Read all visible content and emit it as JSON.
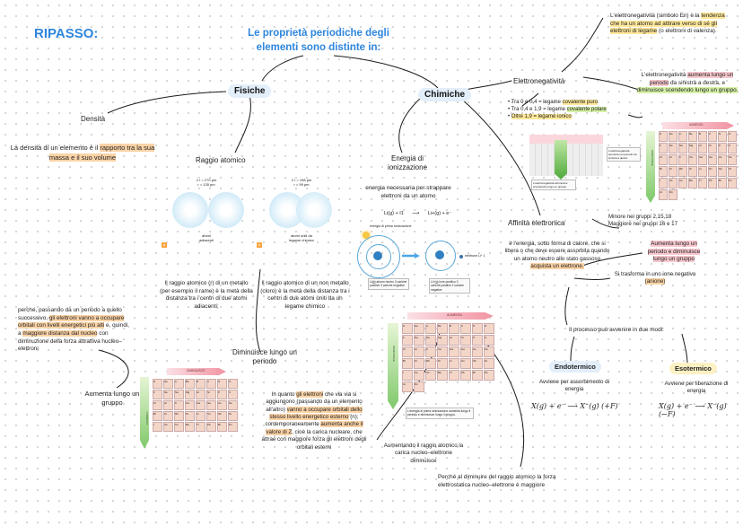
{
  "header": {
    "ripasso": "RIPASSO:",
    "main_title": "Le proprietà periodiche degli elementi sono distinte in:"
  },
  "branches": {
    "fisiche": "Fisiche",
    "chimiche": "Chimiche"
  },
  "densita": {
    "title": "Densità",
    "d1": "La densità di un elemento è il ",
    "d_hl": "rapporto tra la sua massa e il suo volume"
  },
  "raggio": {
    "title": "Raggio atomico",
    "metal": "Il raggio atomico (r) di un metallo (per esempio il rame) è la metà della distanza tra i centri di due atomi adiacenti;",
    "nonmetal": "Il raggio atomico di un non metallo (cloro) è la metà della distanza tra i centri di due atomi uniti da un legame chimico",
    "fig1": {
      "l1": "2 r = 270 pm",
      "l2": "r = 135 pm",
      "l3": "atomi",
      "l4": "adiacenti",
      "badge": "a"
    },
    "fig2": {
      "l1": "2 r = 198 pm",
      "l2": "r = 99 pm",
      "l3": "atomi uniti da",
      "l4": "legame chimico",
      "badge": "b"
    }
  },
  "left_note": {
    "p1": "perché, passando da un periodo a quello successivo, ",
    "hl1": "gli elettroni vanno a occupare orbitali con livelli energetici più alti",
    "p2": " e, quindi, a ",
    "hl2": "maggiore distanza dal nucleo",
    "p3": " con diminuzione della forza attrattiva nucleo–elettroni"
  },
  "aumenta_gruppo": "Aumenta lungo un gruppo",
  "diminuisce": {
    "title": "Diminuisce lungo un periodo",
    "text1": "In quanto ",
    "hl1": "gli elettroni",
    "text2": " che via via si aggiungono (passando da un elemento all'altro) ",
    "hl2": "vanno a occupare orbitali dello stesso livello energetico esterno",
    "text3": " (n); contemporaneamente ",
    "hl3": "aumenta anche il valore di Z",
    "text4": ", cioè la carica nucleare, che attrae con maggiore forza gli elettroni degli orbitali esterni",
    "tbl_label": "DIMINUISCE",
    "tbl_side": "AUMENTA"
  },
  "energia": {
    "title": "Energia di ionizzazione",
    "def": "energia necessaria per strappare elettroni da un atomo",
    "eq_left": "Li(g) + I1",
    "eq_arrow": "⟶",
    "eq_right": "Li+(g) + e⁻",
    "fig_label": "energia di prima ionizzazione",
    "electron": "elettrone Li⁺ 1",
    "box1": "Li(g) atomo neutro 3 cariche positive 3 cariche negative",
    "box2": "Li+(g) ione positivo 3 cariche positive 2 cariche negative",
    "tbl_top": "AUMENTA",
    "tbl_side": "DIMINUISCE",
    "tbl_caption": "L'energia di prima ionizzazione aumenta lungo il periodo e diminuisce lungo il gruppo.",
    "note": "Aumentando il raggio atomico la carica nucleo–elettrone diminuisce",
    "bottom": "Perché al diminuire del raggio atomico la forza elettrostatica nucleo–elettrone è maggiore"
  },
  "elettroneg": {
    "title": "Elettronegatività",
    "def1": "L'elettronegatività (simbolo En) è la ",
    "def_hl": "tendenza che ha un atomo ad attirare verso di sé gli elettroni di legame",
    "def2": " (o elettroni di valenza).",
    "trend_hl1": "aumenta lungo un periodo",
    "trend_a": "L'elettronegatività ",
    "trend_b": " da sinistra a destra, e ",
    "trend_hl2": "diminuisce scendendo lungo un gruppo.",
    "b1_a": "Tra 0 e 0,4 = legame ",
    "b1_hl": "covalente puro",
    "b2_a": "Tra 0,4 e 1,9 = legame ",
    "b2_hl": "covalente polare",
    "b3_a": "Oltre 1,9 = legame ",
    "b3_hl": "ionico",
    "fig_note1": "L'elettronegatività aumenta nel periodo da sinistra a destra",
    "fig_note2": "L'elettronegatività diminuisce scendendo lungo un gruppo",
    "tbl_top": "AUMENTA",
    "tbl_side": "DIMINUISCE"
  },
  "affinita": {
    "title": "Affinità elettronica",
    "b1": "Minore nei gruppi 2,15,18",
    "b2": "Maggiore nei gruppi 16 e 17",
    "def_a": "è l'energia, sotto forma di calore, che si libera o che deve essere assorbita quando un atomo neutro allo stato gassoso ",
    "def_hl": "acquista un elettrone.",
    "trend": "Aumenta lungo un periodo e diminuisce lungo un gruppo",
    "ione_a": "Si trasforma in uno ione negativo ",
    "ione_hl": "(anione)",
    "modi": "Il processo può avvenire in due modi:",
    "endo": "Endotermico",
    "endo_d": "Avviene per assorbimento di energia",
    "endo_eq": "X(g) + e⁻ ⟶ X⁻(g) (+F)",
    "eso": "Esotermico",
    "eso_d": "Avviene per liberazione di energia",
    "eso_eq": "X(g) + e⁻ ⟶ X⁻(g) (−F)"
  },
  "colors": {
    "blue": "#2e86de",
    "orange": "#fbd3a6",
    "green": "#d7f2a8",
    "pink": "#f9c9cf",
    "yellow": "#ffe89a"
  },
  "tables": {
    "ion_symbols": [
      "H",
      "He",
      "Li",
      "Be",
      "B",
      "C",
      "N",
      "O",
      "F",
      "Ne",
      "Na",
      "Mg",
      "Al",
      "Si",
      "P",
      "S",
      "Cl",
      "Ar",
      "K",
      "Ca",
      "Ga",
      "Ge",
      "As",
      "Se",
      "Br",
      "Kr",
      "Rb",
      "Sr",
      "In",
      "Sn",
      "Sb",
      "Te",
      "I",
      "Xe",
      "Cs",
      "Ba",
      "Tl",
      "Pb",
      "Bi",
      "Po",
      "At",
      "Rn"
    ],
    "en_symbols": [
      "H",
      "He",
      "Li",
      "Be",
      "B",
      "C",
      "N",
      "O",
      "F",
      "Ne",
      "Na",
      "Mg",
      "Al",
      "Si",
      "P",
      "S",
      "Cl",
      "Ar",
      "K",
      "Ca",
      "Ga",
      "Ge",
      "As",
      "Se",
      "Br",
      "Kr",
      "Rb",
      "Sr",
      "In",
      "Sn",
      "Sb",
      "Te",
      "I",
      "Xe",
      "Cs",
      "Ba",
      "Tl",
      "Pb",
      "Bi",
      "Po",
      "At",
      "Rn"
    ]
  }
}
